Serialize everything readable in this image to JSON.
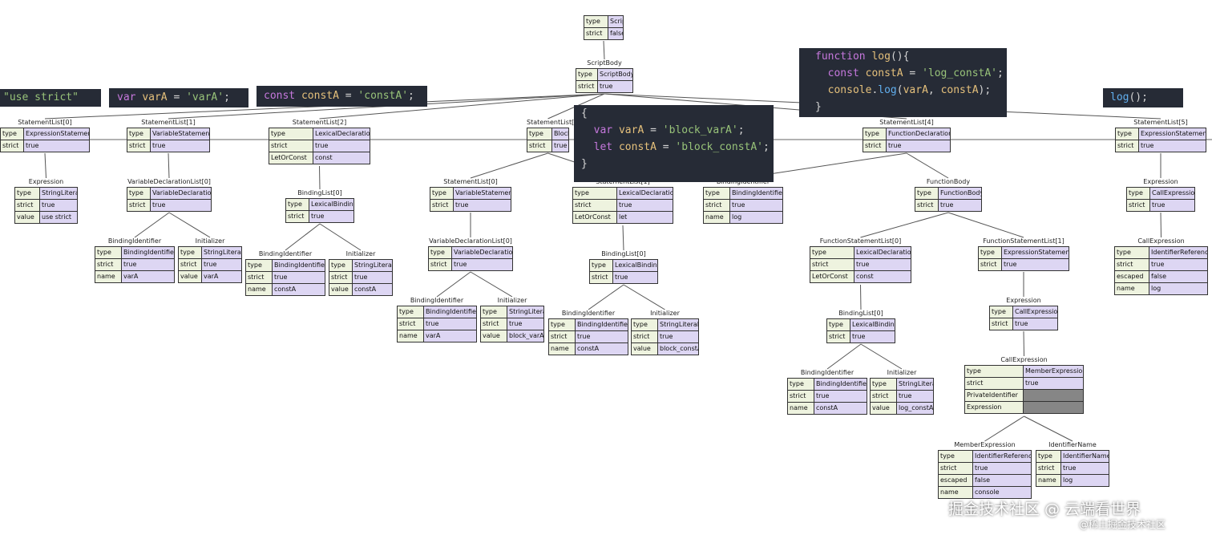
{
  "nodes": [
    {
      "id": "script",
      "title": "",
      "rows": [
        [
          "type",
          "Script"
        ],
        [
          "strict",
          "false"
        ]
      ]
    },
    {
      "id": "scriptbody",
      "title": "ScriptBody",
      "rows": [
        [
          "type",
          "ScriptBody"
        ],
        [
          "strict",
          "true"
        ]
      ]
    },
    {
      "id": "sl0",
      "title": "StatementList[0]",
      "rows": [
        [
          "type",
          "ExpressionStatement"
        ],
        [
          "strict",
          "true"
        ]
      ]
    },
    {
      "id": "sl0_expr",
      "title": "Expression",
      "rows": [
        [
          "type",
          "StringLiteral"
        ],
        [
          "strict",
          "true"
        ],
        [
          "value",
          "use strict"
        ]
      ]
    },
    {
      "id": "sl1",
      "title": "StatementList[1]",
      "rows": [
        [
          "type",
          "VariableStatement"
        ],
        [
          "strict",
          "true"
        ]
      ]
    },
    {
      "id": "sl1_vdl",
      "title": "VariableDeclarationList[0]",
      "rows": [
        [
          "type",
          "VariableDeclaration"
        ],
        [
          "strict",
          "true"
        ]
      ]
    },
    {
      "id": "sl1_bi",
      "title": "BindingIdentifier",
      "rows": [
        [
          "type",
          "BindingIdentifier"
        ],
        [
          "strict",
          "true"
        ],
        [
          "name",
          "varA"
        ]
      ]
    },
    {
      "id": "sl1_init",
      "title": "Initializer",
      "rows": [
        [
          "type",
          "StringLiteral"
        ],
        [
          "strict",
          "true"
        ],
        [
          "value",
          "varA"
        ]
      ]
    },
    {
      "id": "sl2",
      "title": "StatementList[2]",
      "rows": [
        [
          "type",
          "LexicalDeclaration"
        ],
        [
          "strict",
          "true"
        ],
        [
          "LetOrConst",
          "const"
        ]
      ]
    },
    {
      "id": "sl2_bl",
      "title": "BindingList[0]",
      "rows": [
        [
          "type",
          "LexicalBinding"
        ],
        [
          "strict",
          "true"
        ]
      ]
    },
    {
      "id": "sl2_bi",
      "title": "BindingIdentifier",
      "rows": [
        [
          "type",
          "BindingIdentifier"
        ],
        [
          "strict",
          "true"
        ],
        [
          "name",
          "constA"
        ]
      ]
    },
    {
      "id": "sl2_init",
      "title": "Initializer",
      "rows": [
        [
          "type",
          "StringLiteral"
        ],
        [
          "strict",
          "true"
        ],
        [
          "value",
          "constA"
        ]
      ]
    },
    {
      "id": "sl3",
      "title": "StatementList[3]",
      "rows": [
        [
          "type",
          "Block"
        ],
        [
          "strict",
          "true"
        ]
      ]
    },
    {
      "id": "b_sl0",
      "title": "StatementList[0]",
      "rows": [
        [
          "type",
          "VariableStatement"
        ],
        [
          "strict",
          "true"
        ]
      ]
    },
    {
      "id": "b_vdl",
      "title": "VariableDeclarationList[0]",
      "rows": [
        [
          "type",
          "VariableDeclaration"
        ],
        [
          "strict",
          "true"
        ]
      ]
    },
    {
      "id": "b_bi1",
      "title": "BindingIdentifier",
      "rows": [
        [
          "type",
          "BindingIdentifier"
        ],
        [
          "strict",
          "true"
        ],
        [
          "name",
          "varA"
        ]
      ]
    },
    {
      "id": "b_init1",
      "title": "Initializer",
      "rows": [
        [
          "type",
          "StringLiteral"
        ],
        [
          "strict",
          "true"
        ],
        [
          "value",
          "block_varA"
        ]
      ]
    },
    {
      "id": "b_sl1",
      "title": "StatementList[1]",
      "rows": [
        [
          "type",
          "LexicalDeclaration"
        ],
        [
          "strict",
          "true"
        ],
        [
          "LetOrConst",
          "let"
        ]
      ]
    },
    {
      "id": "b_bl",
      "title": "BindingList[0]",
      "rows": [
        [
          "type",
          "LexicalBinding"
        ],
        [
          "strict",
          "true"
        ]
      ]
    },
    {
      "id": "b_bi2",
      "title": "BindingIdentifier",
      "rows": [
        [
          "type",
          "BindingIdentifier"
        ],
        [
          "strict",
          "true"
        ],
        [
          "name",
          "constA"
        ]
      ]
    },
    {
      "id": "b_init2",
      "title": "Initializer",
      "rows": [
        [
          "type",
          "StringLiteral"
        ],
        [
          "strict",
          "true"
        ],
        [
          "value",
          "block_constA"
        ]
      ]
    },
    {
      "id": "sl4",
      "title": "StatementList[4]",
      "rows": [
        [
          "type",
          "FunctionDeclaration"
        ],
        [
          "strict",
          "true"
        ]
      ]
    },
    {
      "id": "f_bi",
      "title": "BindingIdentifier",
      "rows": [
        [
          "type",
          "BindingIdentifier"
        ],
        [
          "strict",
          "true"
        ],
        [
          "name",
          "log"
        ]
      ]
    },
    {
      "id": "f_body",
      "title": "FunctionBody",
      "rows": [
        [
          "type",
          "FunctionBody"
        ],
        [
          "strict",
          "true"
        ]
      ]
    },
    {
      "id": "fsl0",
      "title": "FunctionStatementList[0]",
      "rows": [
        [
          "type",
          "LexicalDeclaration"
        ],
        [
          "strict",
          "true"
        ],
        [
          "LetOrConst",
          "const"
        ]
      ]
    },
    {
      "id": "f_bl",
      "title": "BindingList[0]",
      "rows": [
        [
          "type",
          "LexicalBinding"
        ],
        [
          "strict",
          "true"
        ]
      ]
    },
    {
      "id": "f_bi2",
      "title": "BindingIdentifier",
      "rows": [
        [
          "type",
          "BindingIdentifier"
        ],
        [
          "strict",
          "true"
        ],
        [
          "name",
          "constA"
        ]
      ]
    },
    {
      "id": "f_init",
      "title": "Initializer",
      "rows": [
        [
          "type",
          "StringLiteral"
        ],
        [
          "strict",
          "true"
        ],
        [
          "value",
          "log_constA"
        ]
      ]
    },
    {
      "id": "fsl1",
      "title": "FunctionStatementList[1]",
      "rows": [
        [
          "type",
          "ExpressionStatement"
        ],
        [
          "strict",
          "true"
        ]
      ]
    },
    {
      "id": "f_expr",
      "title": "Expression",
      "rows": [
        [
          "type",
          "CallExpression"
        ],
        [
          "strict",
          "true"
        ]
      ]
    },
    {
      "id": "f_call",
      "title": "CallExpression",
      "rows": [
        [
          "type",
          "MemberExpression"
        ],
        [
          "strict",
          "true"
        ],
        [
          "PrivateIdentifier",
          ""
        ],
        [
          "Expression",
          ""
        ]
      ]
    },
    {
      "id": "f_mem",
      "title": "MemberExpression",
      "rows": [
        [
          "type",
          "IdentifierReference"
        ],
        [
          "strict",
          "true"
        ],
        [
          "escaped",
          "false"
        ],
        [
          "name",
          "console"
        ]
      ]
    },
    {
      "id": "f_idn",
      "title": "IdentifierName",
      "rows": [
        [
          "type",
          "IdentifierName"
        ],
        [
          "strict",
          "true"
        ],
        [
          "name",
          "log"
        ]
      ]
    },
    {
      "id": "sl5",
      "title": "StatementList[5]",
      "rows": [
        [
          "type",
          "ExpressionStatement"
        ],
        [
          "strict",
          "true"
        ]
      ]
    },
    {
      "id": "s5_expr",
      "title": "Expression",
      "rows": [
        [
          "type",
          "CallExpression"
        ],
        [
          "strict",
          "true"
        ]
      ]
    },
    {
      "id": "s5_call",
      "title": "CallExpression",
      "rows": [
        [
          "type",
          "IdentifierReference"
        ],
        [
          "strict",
          "true"
        ],
        [
          "escaped",
          "false"
        ],
        [
          "name",
          "log"
        ]
      ]
    }
  ],
  "code_snippets": [
    {
      "id": "use-strict",
      "lines": [
        [
          [
            "str",
            "\"use strict\""
          ]
        ]
      ]
    },
    {
      "id": "var-decl",
      "lines": [
        [
          [
            "kw",
            "var"
          ],
          [
            "pun",
            " "
          ],
          [
            "id",
            "varA"
          ],
          [
            "pun",
            " = "
          ],
          [
            "str",
            "'varA'"
          ],
          [
            "pun",
            ";"
          ]
        ]
      ]
    },
    {
      "id": "const-decl",
      "lines": [
        [
          [
            "kw",
            "const"
          ],
          [
            "pun",
            " "
          ],
          [
            "id",
            "constA"
          ],
          [
            "pun",
            " = "
          ],
          [
            "str",
            "'constA'"
          ],
          [
            "pun",
            ";"
          ]
        ]
      ]
    },
    {
      "id": "block",
      "lines": [
        [
          [
            "pun",
            "{"
          ]
        ],
        [
          [
            "pun",
            "  "
          ],
          [
            "kw",
            "var"
          ],
          [
            "pun",
            " "
          ],
          [
            "id",
            "varA"
          ],
          [
            "pun",
            " = "
          ],
          [
            "str",
            "'block_varA'"
          ],
          [
            "pun",
            ";"
          ]
        ],
        [
          [
            "pun",
            "  "
          ],
          [
            "kw",
            "let"
          ],
          [
            "pun",
            " "
          ],
          [
            "id",
            "constA"
          ],
          [
            "pun",
            " = "
          ],
          [
            "str",
            "'block_constA'"
          ],
          [
            "pun",
            ";"
          ]
        ],
        [
          [
            "pun",
            "}"
          ]
        ]
      ]
    },
    {
      "id": "function",
      "lines": [
        [
          [
            "kw",
            "function"
          ],
          [
            "pun",
            " "
          ],
          [
            "id",
            "log"
          ],
          [
            "pun",
            "(){"
          ]
        ],
        [
          [
            "pun",
            "  "
          ],
          [
            "kw",
            "const"
          ],
          [
            "pun",
            " "
          ],
          [
            "id",
            "constA"
          ],
          [
            "pun",
            " = "
          ],
          [
            "str",
            "'log_constA'"
          ],
          [
            "pun",
            ";"
          ]
        ],
        [
          [
            "pun",
            "  "
          ],
          [
            "id",
            "console"
          ],
          [
            "pun",
            "."
          ],
          [
            "fn",
            "log"
          ],
          [
            "pun",
            "("
          ],
          [
            "id",
            "varA"
          ],
          [
            "pun",
            ", "
          ],
          [
            "id",
            "constA"
          ],
          [
            "pun",
            ");"
          ]
        ],
        [
          [
            "pun",
            "}"
          ]
        ]
      ]
    },
    {
      "id": "call",
      "lines": [
        [
          [
            "fn",
            "log"
          ],
          [
            "pun",
            "();"
          ]
        ]
      ]
    }
  ],
  "watermark": {
    "main": "掘金技术社区 @ 云端看世界",
    "sub": "@稀土掘金技术社区"
  }
}
